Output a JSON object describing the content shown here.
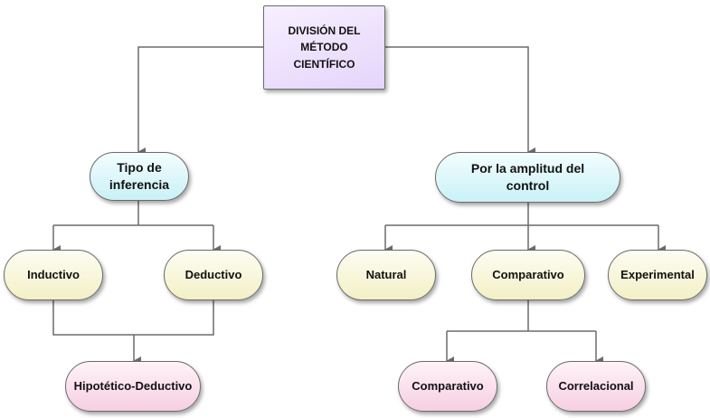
{
  "root": {
    "label": "DIVISIÓN DEL MÉTODO CIENTÍFICO"
  },
  "left_branch": {
    "label": "Tipo de inferencia",
    "children": [
      "Inductivo",
      "Deductivo"
    ],
    "result": "Hipotético-Deductivo"
  },
  "right_branch": {
    "label": "Por la amplitud del control",
    "children": [
      "Natural",
      "Comparativo",
      "Experimental"
    ],
    "sub_children": [
      "Comparativo",
      "Correlacional"
    ]
  },
  "colors": {
    "root_fill": "#e4d5fb",
    "category_fill": "#c9f1f6",
    "leaf_fill": "#f3f0c6",
    "result_fill": "#f6cfe2",
    "connector": "#6b6b6b"
  }
}
